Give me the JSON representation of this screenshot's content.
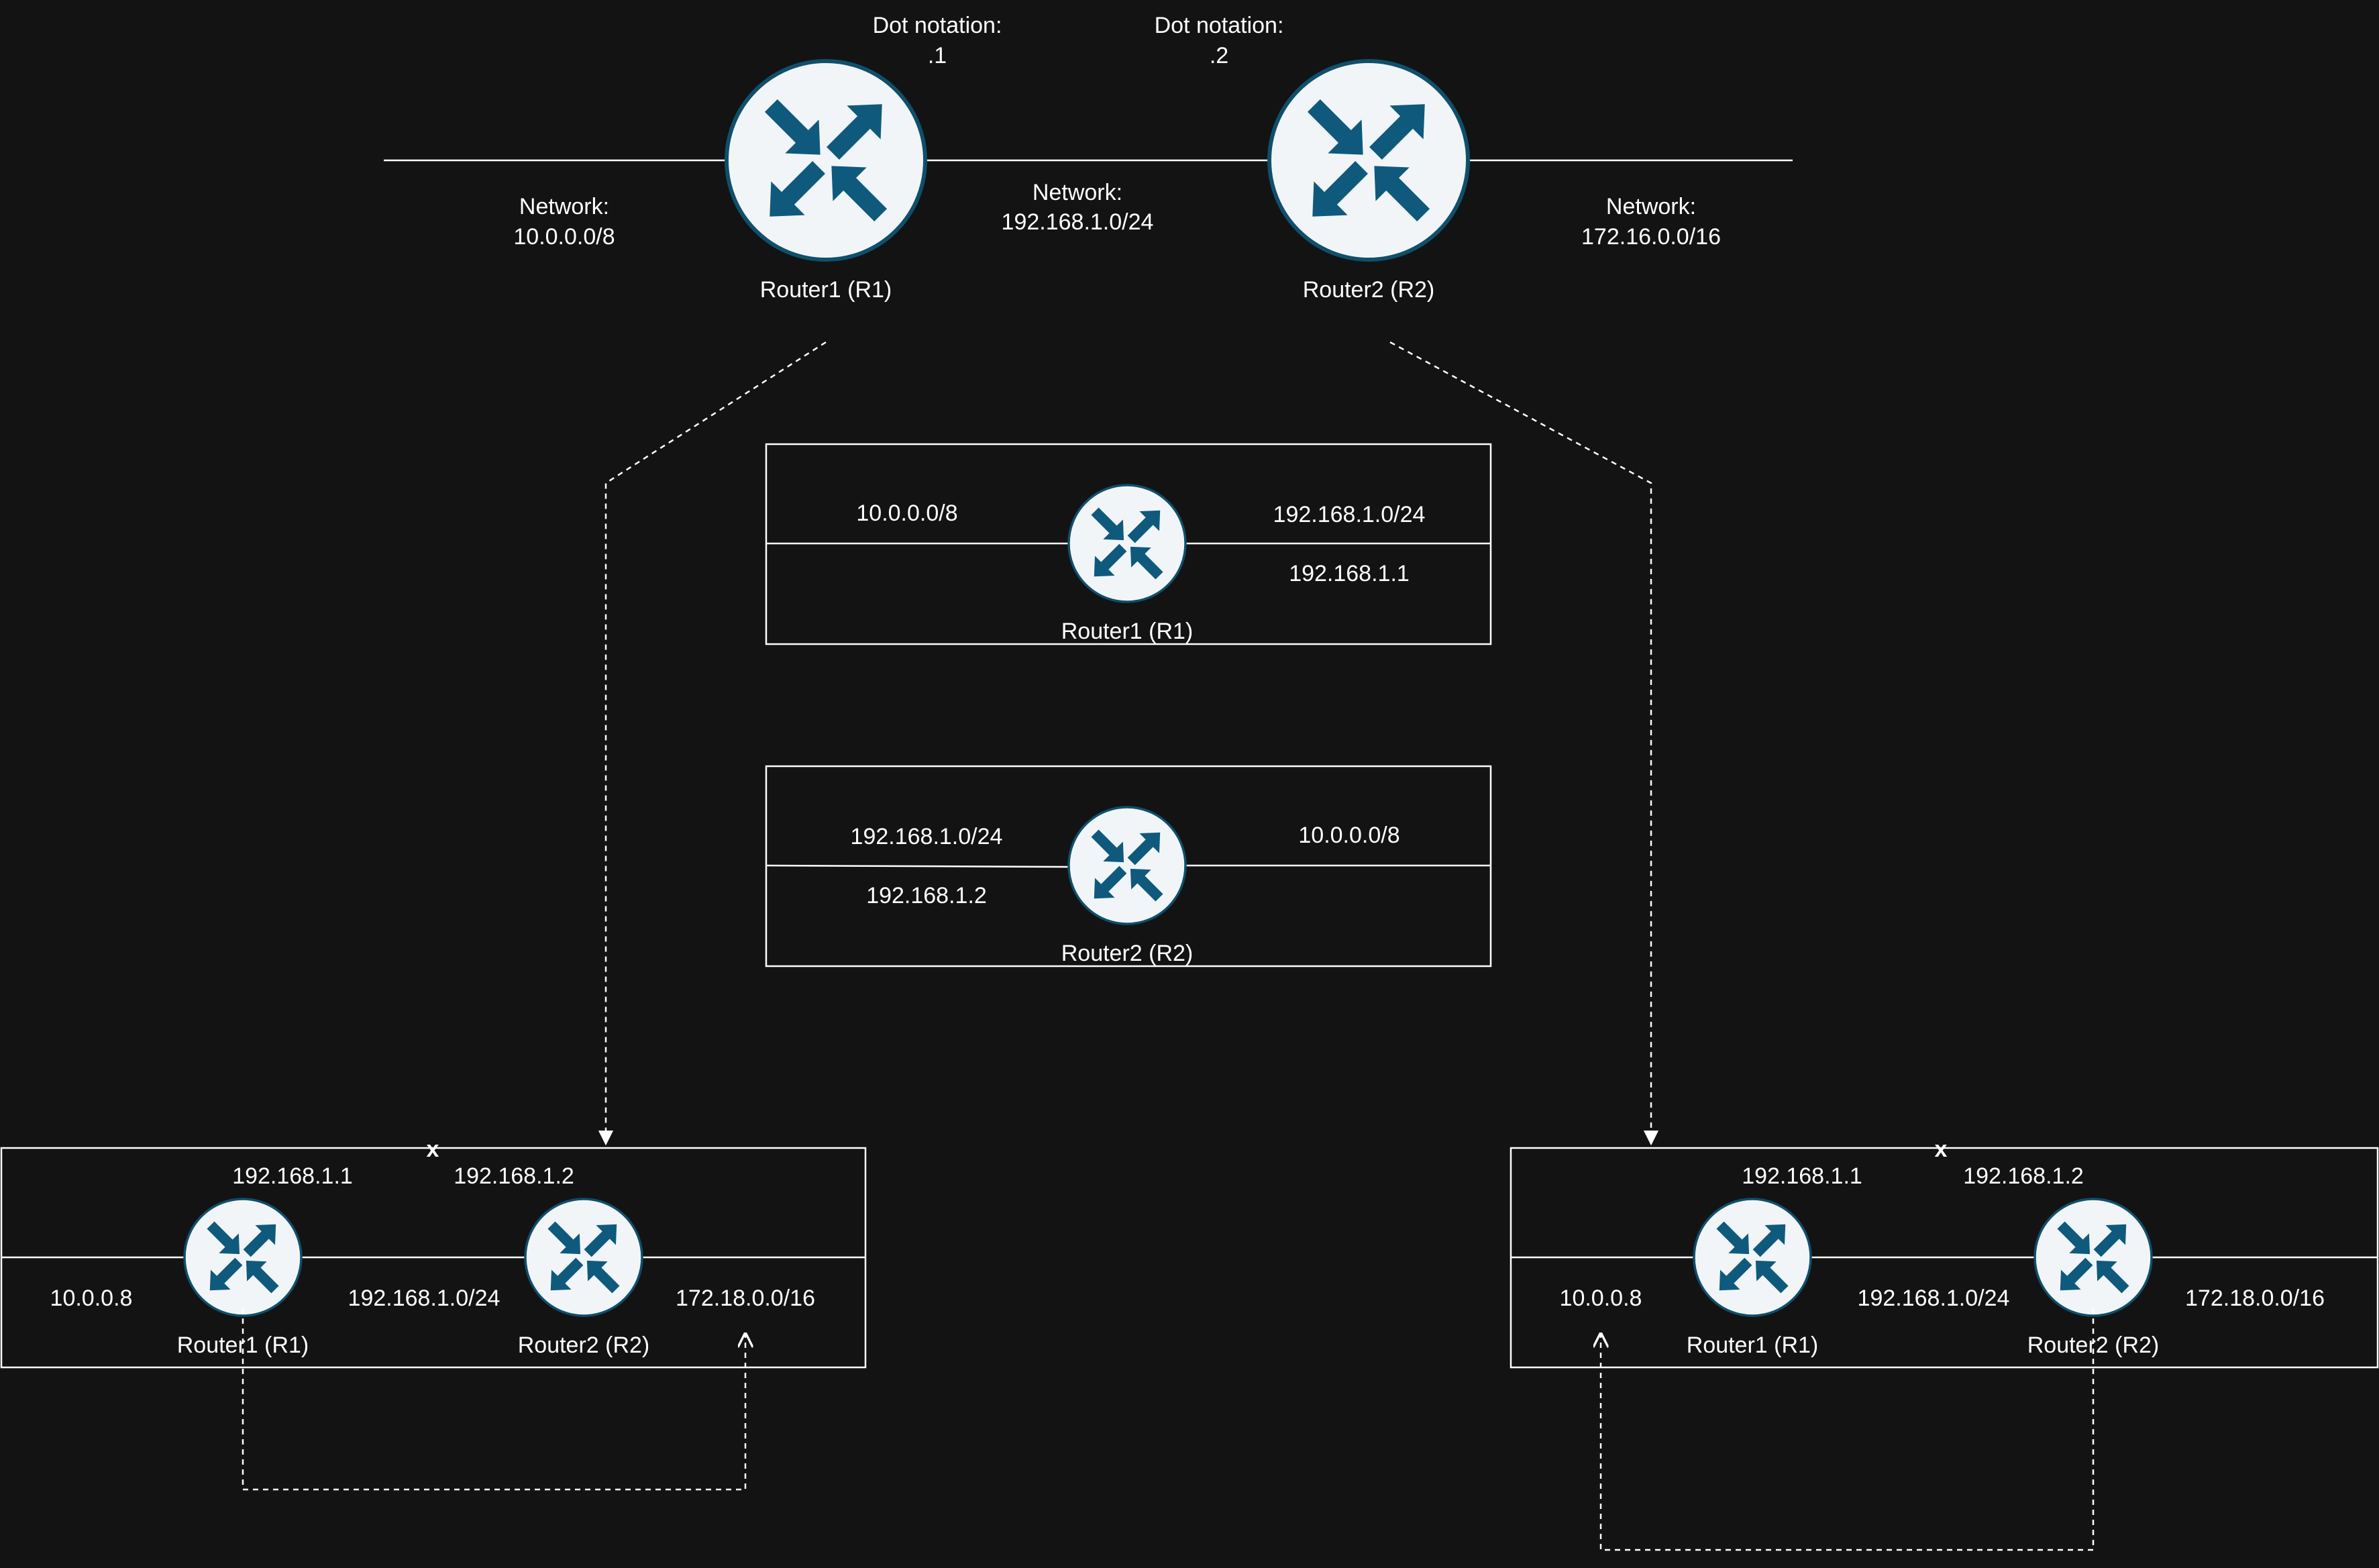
{
  "colors": {
    "background": "#131313",
    "line": "#ffffff",
    "router_fill": "#f1f5f7",
    "router_icon": "#0f5a7c"
  },
  "icons": {
    "router": "router-icon"
  },
  "top": {
    "r1_dot_label": "Dot notation:",
    "r1_dot_value": ".1",
    "r2_dot_label": "Dot notation:",
    "r2_dot_value": ".2",
    "left_net_label": "Network:",
    "left_net_value": "10.0.0.0/8",
    "mid_net_label": "Network:",
    "mid_net_value": "192.168.1.0/24",
    "right_net_label": "Network:",
    "right_net_value": "172.16.0.0/16",
    "r1_name": "Router1 (R1)",
    "r2_name": "Router2 (R2)"
  },
  "table_r1": {
    "left_net": "10.0.0.0/8",
    "right_net": "192.168.1.0/24",
    "right_ip": "192.168.1.1",
    "name": "Router1 (R1)"
  },
  "table_r2": {
    "left_net": "192.168.1.0/24",
    "left_ip": "192.168.1.2",
    "right_net": "10.0.0.0/8",
    "name": "Router2 (R2)"
  },
  "bottom_left": {
    "break_mark": "x",
    "r1_ip": "192.168.1.1",
    "r2_ip": "192.168.1.2",
    "left_net": "10.0.0.8",
    "mid_net": "192.168.1.0/24",
    "right_net": "172.18.0.0/16",
    "r1_name": "Router1 (R1)",
    "r2_name": "Router2 (R2)"
  },
  "bottom_right": {
    "break_mark": "x",
    "r1_ip": "192.168.1.1",
    "r2_ip": "192.168.1.2",
    "left_net": "10.0.0.8",
    "mid_net": "192.168.1.0/24",
    "right_net": "172.18.0.0/16",
    "r1_name": "Router1 (R1)",
    "r2_name": "Router2 (R2)"
  }
}
